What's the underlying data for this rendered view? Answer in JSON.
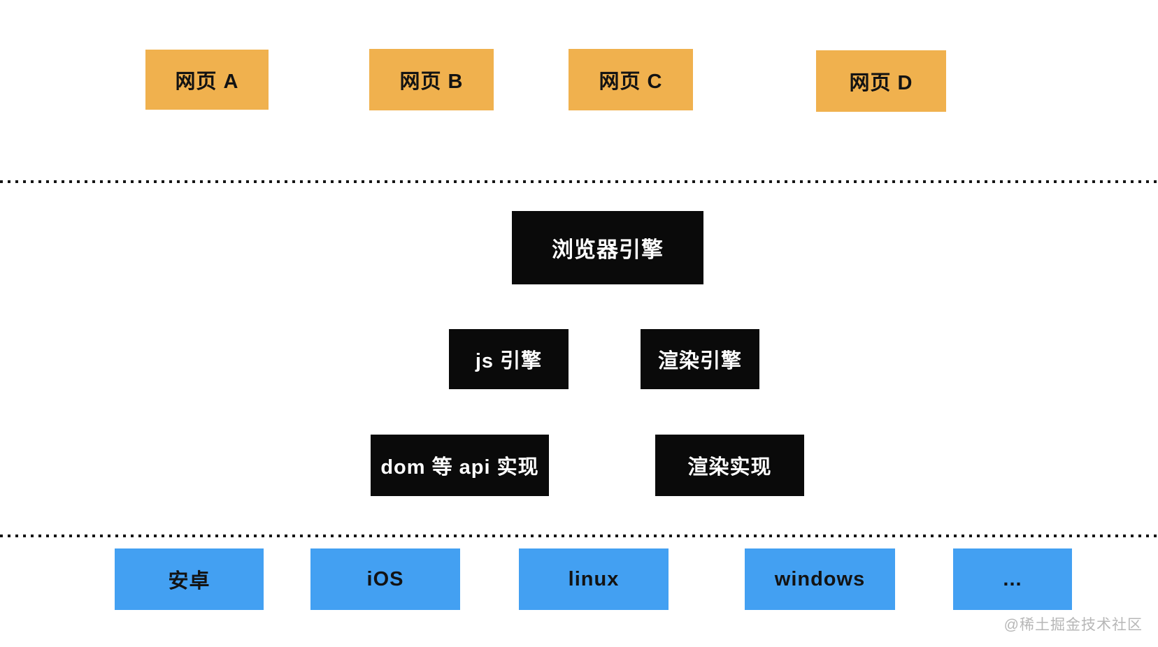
{
  "diagram": {
    "webpages": [
      {
        "label": "网页 A"
      },
      {
        "label": "网页 B"
      },
      {
        "label": "网页 C"
      },
      {
        "label": "网页 D"
      }
    ],
    "browser_engine": {
      "label": "浏览器引擎"
    },
    "engines": [
      {
        "label": "js 引擎"
      },
      {
        "label": "渲染引擎"
      }
    ],
    "implementations": [
      {
        "label": "dom 等 api 实现"
      },
      {
        "label": "渲染实现"
      }
    ],
    "platforms": [
      {
        "label": "安卓"
      },
      {
        "label": "iOS"
      },
      {
        "label": "linux"
      },
      {
        "label": "windows"
      },
      {
        "label": "..."
      }
    ],
    "watermark": "@稀土掘金技术社区"
  },
  "colors": {
    "webpage_fill": "#f0b14e",
    "engine_fill": "#0a0a0a",
    "engine_text": "#ffffff",
    "platform_fill": "#43a0f2",
    "node_text": "#131313",
    "divider_dot": "#151515",
    "watermark_text": "#b7b7b7",
    "background": "#ffffff"
  }
}
